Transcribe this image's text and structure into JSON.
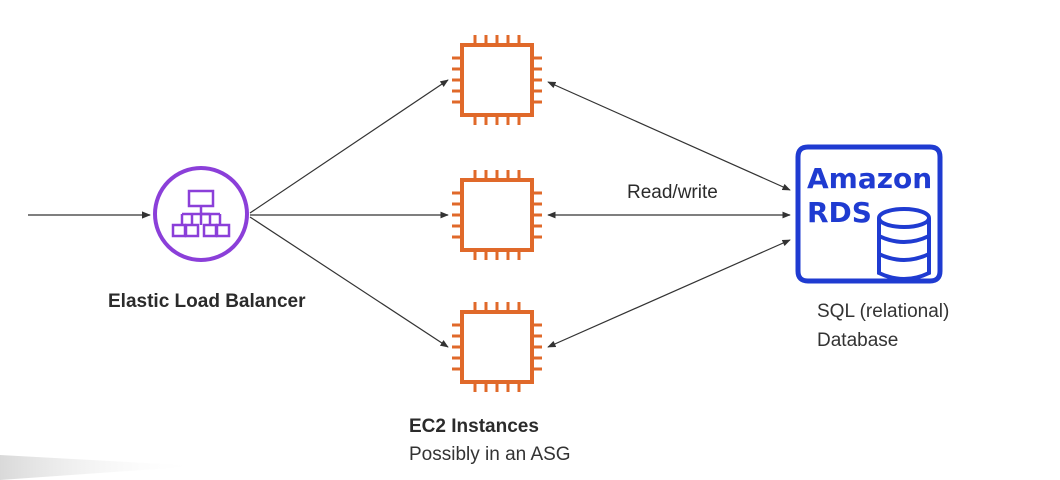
{
  "elb": {
    "label": "Elastic Load Balancer",
    "icon": "load-balancer-icon",
    "color": "#8b3fd9"
  },
  "ec2": {
    "title": "EC2 Instances",
    "subtitle": "Possibly in an ASG",
    "icon": "ec2-chip-icon",
    "color": "#e0692a",
    "count": 3
  },
  "connection": {
    "label": "Read/write"
  },
  "rds": {
    "logo_line1": "Amazon",
    "logo_line2": "RDS",
    "icon": "rds-database-icon",
    "color": "#1f3bd1"
  },
  "database": {
    "line1": "SQL (relational)",
    "line2": "Database"
  }
}
